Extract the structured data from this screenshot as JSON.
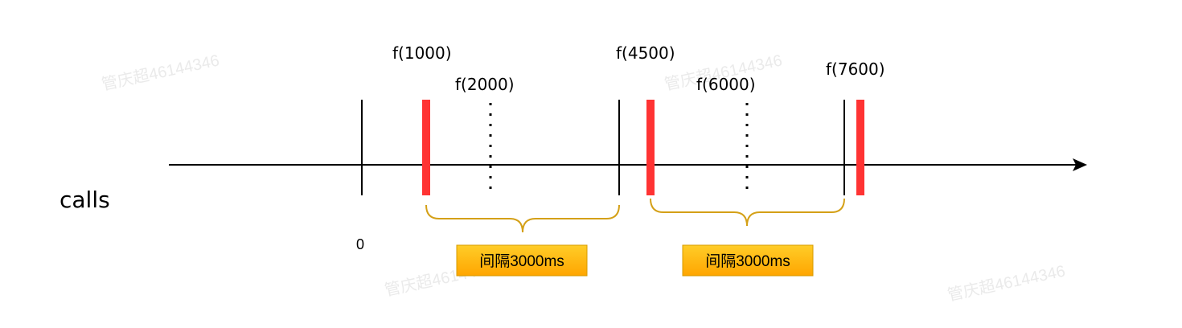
{
  "row_label": "calls",
  "zero_label": "0",
  "interval_label": "间隔3000ms",
  "watermark": "管庆超46144346",
  "colors": {
    "axis": "#000000",
    "invocation": "#ff3333",
    "brace": "#d4a017",
    "box_fill_top": "#ffcd28",
    "box_fill_bottom": "#ffa500",
    "box_border": "#d79b00"
  },
  "calls": [
    {
      "label": "f(1000)",
      "style": "solid-red"
    },
    {
      "label": "f(2000)",
      "style": "dotted"
    },
    {
      "label": "f(4500)",
      "style": "solid-red"
    },
    {
      "label": "f(6000)",
      "style": "dotted"
    },
    {
      "label": "f(7600)",
      "style": "solid-red"
    }
  ]
}
